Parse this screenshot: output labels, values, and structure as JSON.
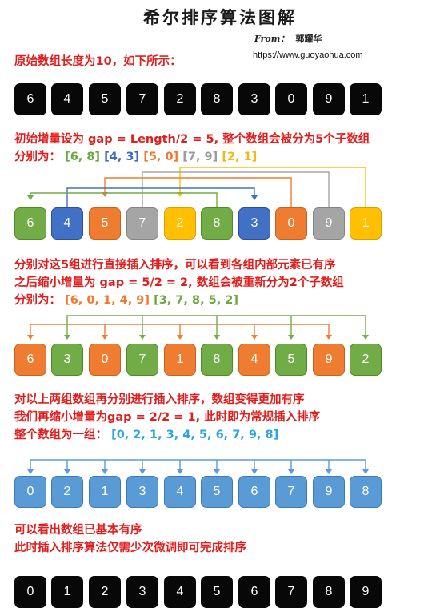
{
  "title": "希尔排序算法图解",
  "from_label": "From：",
  "author": "郭耀华",
  "url": "https://www.guoyaohua.com",
  "texts": {
    "intro": "原始数组长度为10，如下所示：",
    "step1_line1": "初始增量设为 gap = Length/2 = 5, 整个数组会被分为5个子数组",
    "step1_prefix": "分别为：",
    "step1_groups": [
      "[6, 8]",
      "[4, 3]",
      "[5, 0]",
      "[7, 9]",
      "[2, 1]"
    ],
    "step2_line1": "分别对这5组进行直接插入排序，可以看到各组内部元素已有序",
    "step2_line2": "之后缩小增量为 gap = 5/2 = 2, 数组会被重新分为2个子数组",
    "step2_prefix": "分别为：",
    "step2_groups": [
      "[6, 0, 1, 4, 9]",
      "[3, 7, 8, 5, 2]"
    ],
    "step3_line1": "对以上两组数组再分别进行插入排序，数组变得更加有序",
    "step3_line2": "我们再缩小增量为gap = 2/2 = 1, 此时即为常规插入排序",
    "step3_prefix": "整个数组为一组：",
    "step3_group": "[0, 2, 1, 3, 4, 5, 6, 7, 9, 8]",
    "final_line1": "可以看出数组已基本有序",
    "final_line2": "此时插入排序算法仅需少次微调即可完成排序"
  },
  "arrays": {
    "original": [
      "6",
      "4",
      "5",
      "7",
      "2",
      "8",
      "3",
      "0",
      "9",
      "1"
    ],
    "gap5": [
      "6",
      "4",
      "5",
      "7",
      "2",
      "8",
      "3",
      "0",
      "9",
      "1"
    ],
    "gap2": [
      "6",
      "3",
      "0",
      "7",
      "1",
      "8",
      "4",
      "5",
      "9",
      "2"
    ],
    "gap1": [
      "0",
      "2",
      "1",
      "3",
      "4",
      "5",
      "6",
      "7",
      "9",
      "8"
    ],
    "final": [
      "0",
      "1",
      "2",
      "3",
      "4",
      "5",
      "6",
      "7",
      "8",
      "9"
    ]
  },
  "colors": {
    "green": "#72ac46",
    "blue": "#4270c5",
    "orange": "#ef7d31",
    "gray": "#a5a5a5",
    "yellow": "#ffc000",
    "light_blue": "#5b9bd5",
    "black": "#080808",
    "text_red": "#e01e1e"
  }
}
